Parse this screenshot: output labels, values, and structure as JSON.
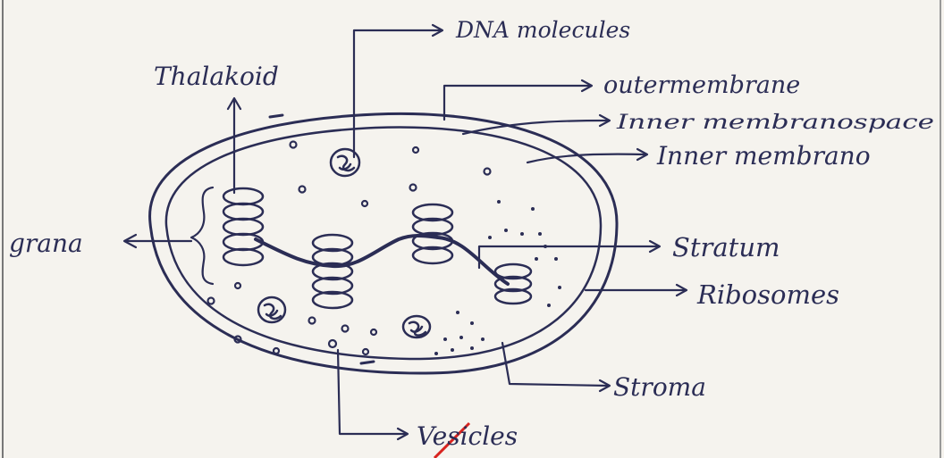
{
  "labels": {
    "dna": "DNA molecules",
    "thalakoid": "Thalakoid",
    "outer_membrane": "outermembrane",
    "inner_membrane_space": "Inner membranospace",
    "inner_membrane": "Inner membrano",
    "grana": "grana",
    "stratum": "Stratum",
    "ribosomes": "Ribosomes",
    "stroma": "Stroma",
    "vesicles": "Vesicles"
  },
  "colors": {
    "ink": "#2b2d55",
    "paper": "#f5f3ee",
    "correction": "#d8231f"
  }
}
